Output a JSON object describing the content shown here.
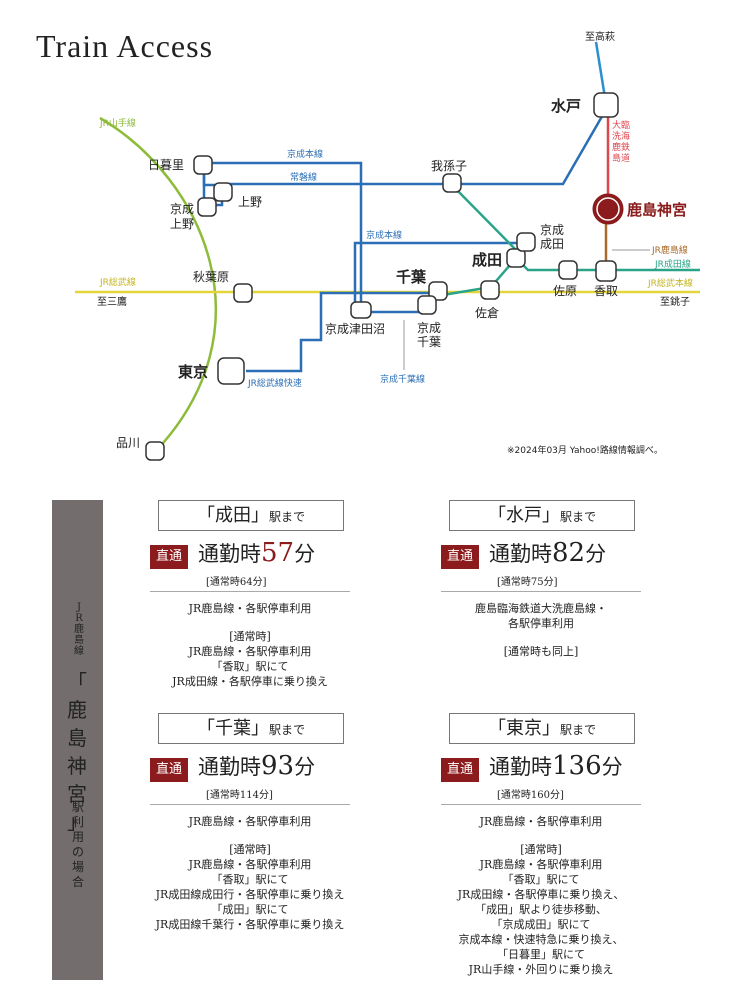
{
  "title": "Train Access",
  "colors": {
    "brand_red": "#8b1b1c",
    "yamanote_green": "#8dbb3a",
    "sobu_yellow": "#e3d53a",
    "keisei_blue": "#2a6fb5",
    "narita_teal": "#2aa488",
    "mito_blue": "#2a8fd0",
    "oarai_red": "#e0454d",
    "kashima_brown": "#a86a2a",
    "panel_gray": "#736d6d"
  },
  "map": {
    "stations": {
      "mito": "水戸",
      "abiko": "我孫子",
      "nippori": "日暮里",
      "ueno": "上野",
      "keisei_ueno": [
        "京成",
        "上野"
      ],
      "akihabara": "秋葉原",
      "tokyo": "東京",
      "shinagawa": "品川",
      "chiba": "千葉",
      "keisei_chiba": [
        "京成",
        "千葉"
      ],
      "keisei_tsudanuma": "京成津田沼",
      "narita": "成田",
      "keisei_narita": [
        "京成",
        "成田"
      ],
      "sakura": "佐倉",
      "sawara": "佐原",
      "katori": "香取",
      "kashima_jingu": "鹿島神宮"
    },
    "lines": {
      "yamanote": "JR山手線",
      "sobu_left": "JR総武線",
      "keisei_main_1": "京成本線",
      "joban": "常磐線",
      "keisei_main_2": "京成本線",
      "oarai_kashima": [
        "大",
        "洗",
        "鹿",
        "島",
        "臨",
        "海",
        "鉄",
        "道"
      ],
      "kashima": "JR鹿島線",
      "narita_line": "JR成田線",
      "sobu_main": "JR総武本線",
      "sobu_rapid": "JR総武線快速",
      "keisei_chiba": "京成千葉線"
    },
    "directions": {
      "takahagi": "至高萩",
      "mitaka": "至三鷹",
      "choshi": "至銚子"
    },
    "note": "※2024年03月 Yahoo!路線情報調べ。"
  },
  "side": {
    "small": [
      "J",
      "R",
      "鹿",
      "島",
      "線"
    ],
    "big": [
      "「",
      "鹿",
      "島",
      "神",
      "宮",
      "」"
    ],
    "rest": [
      "駅",
      "利",
      "用",
      "の",
      "場",
      "合"
    ]
  },
  "cards": [
    {
      "dest_open": "「成田」",
      "dest_suffix": "駅まで",
      "badge": "直通",
      "time_label": "通勤時",
      "minutes": "57",
      "unit": "分",
      "normal": "[通常時64分]",
      "notes": [
        "JR鹿島線・各駅停車利用",
        "",
        "[通常時]",
        "JR鹿島線・各駅停車利用",
        "「香取」駅にて",
        "JR成田線・各駅停車に乗り換え"
      ]
    },
    {
      "dest_open": "「水戸」",
      "dest_suffix": "駅まで",
      "badge": "直通",
      "time_label": "通勤時",
      "minutes": "82",
      "unit": "分",
      "normal": "[通常時75分]",
      "notes": [
        "鹿島臨海鉄道大洗鹿島線・",
        "各駅停車利用",
        "",
        "[通常時も同上]"
      ]
    },
    {
      "dest_open": "「千葉」",
      "dest_suffix": "駅まで",
      "badge": "直通",
      "time_label": "通勤時",
      "minutes": "93",
      "unit": "分",
      "normal": "[通常時114分]",
      "notes": [
        "JR鹿島線・各駅停車利用",
        "",
        "[通常時]",
        "JR鹿島線・各駅停車利用",
        "「香取」駅にて",
        "JR成田線成田行・各駅停車に乗り換え",
        "「成田」駅にて",
        "JR成田線千葉行・各駅停車に乗り換え"
      ]
    },
    {
      "dest_open": "「東京」",
      "dest_suffix": "駅まで",
      "badge": "直通",
      "time_label": "通勤時",
      "minutes": "136",
      "unit": "分",
      "normal": "[通常時160分]",
      "notes": [
        "JR鹿島線・各駅停車利用",
        "",
        "[通常時]",
        "JR鹿島線・各駅停車利用",
        "「香取」駅にて",
        "JR成田線・各駅停車に乗り換え、",
        "「成田」駅より徒歩移動、",
        "「京成成田」駅にて",
        "京成本線・快速特急に乗り換え、",
        "「日暮里」駅にて",
        "JR山手線・外回りに乗り換え"
      ]
    }
  ]
}
